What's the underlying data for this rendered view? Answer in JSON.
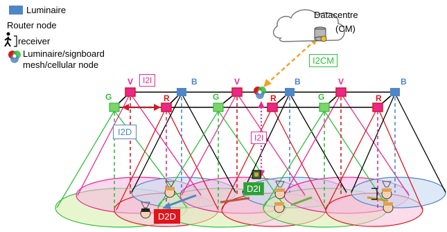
{
  "legend": {
    "luminaire": "Luminaire",
    "router": "Router node",
    "receiver": "receiver",
    "mesh_line1": "Luminaire/signboard",
    "mesh_line2": "mesh/cellular node"
  },
  "cloud": {
    "title": "Datacentre",
    "subtitle": "(CM)"
  },
  "links": {
    "i2cm": "I2CM",
    "i2i_top": "I2I",
    "i2i_mid": "I2I",
    "i2d": "I2D",
    "d2i": "D2I",
    "d2d": "D2D"
  },
  "nodes": {
    "g1": "G",
    "v1": "V",
    "b1": "B",
    "r1": "R",
    "g2": "G",
    "v2": "V",
    "b2": "B",
    "r2": "R",
    "g3": "G",
    "v3": "V",
    "b3": "B",
    "r3": "R"
  },
  "colors": {
    "green": "#2fbf3a",
    "magenta": "#e8288f",
    "red": "#e0141c",
    "blue": "#4f86c6",
    "orange": "#f4a020",
    "cone_line": "#000000"
  }
}
